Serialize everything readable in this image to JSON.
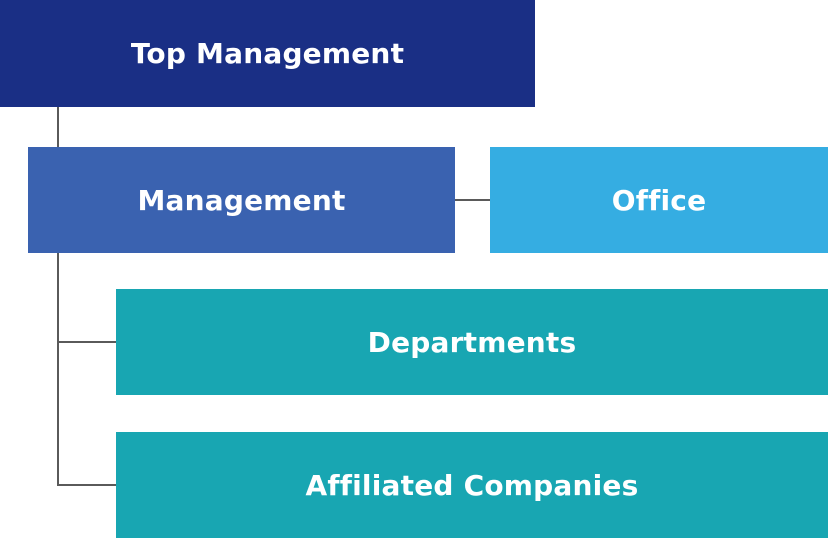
{
  "org_chart": {
    "top_management": {
      "label": "Top Management",
      "color": "#1a2f85"
    },
    "management": {
      "label": "Management",
      "color": "#3a62b0"
    },
    "office": {
      "label": "Office",
      "color": "#35ade2"
    },
    "departments": {
      "label": "Departments",
      "color": "#18a6b2"
    },
    "affiliated_companies": {
      "label": "Affiliated Companies",
      "color": "#18a6b2"
    },
    "connector_color": "#5a5a5a"
  }
}
